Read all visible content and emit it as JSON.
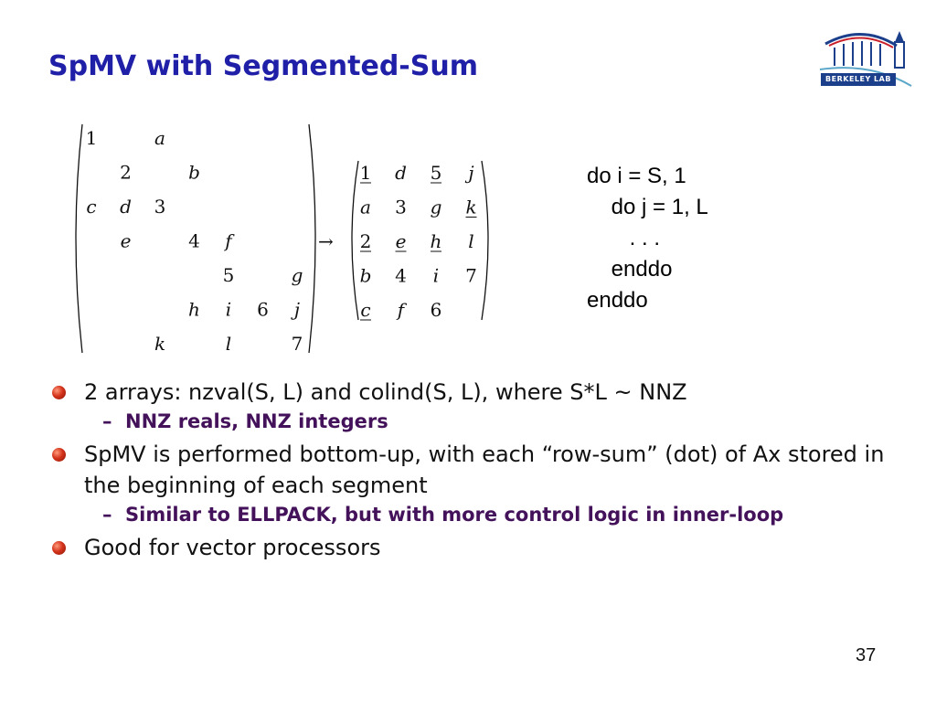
{
  "slide": {
    "title": "SpMV with Segmented-Sum",
    "logo_text": "BERKELEY LAB",
    "page_number": "37"
  },
  "matrix_left": {
    "rows": [
      [
        "1",
        "",
        "a",
        "",
        "",
        "",
        ""
      ],
      [
        "",
        "2",
        "",
        "b",
        "",
        "",
        ""
      ],
      [
        "c",
        "d",
        "3",
        "",
        "",
        "",
        ""
      ],
      [
        "",
        "e",
        "",
        "4",
        "f",
        "",
        ""
      ],
      [
        "",
        "",
        "",
        "",
        "5",
        "",
        "g"
      ],
      [
        "",
        "",
        "",
        "h",
        "i",
        "6",
        "j"
      ],
      [
        "",
        "",
        "k",
        "",
        "l",
        "",
        "7"
      ]
    ]
  },
  "arrow": "→",
  "matrix_right": {
    "rows": [
      [
        "1",
        "d",
        "5",
        "j"
      ],
      [
        "a",
        "3",
        "g",
        "k"
      ],
      [
        "2",
        "e",
        "h",
        "l"
      ],
      [
        "b",
        "4",
        "i",
        "7"
      ],
      [
        "c",
        "f",
        "6",
        ""
      ]
    ],
    "underlined": [
      [
        0,
        0
      ],
      [
        0,
        2
      ],
      [
        1,
        3
      ],
      [
        2,
        0
      ],
      [
        2,
        1
      ],
      [
        2,
        2
      ],
      [
        4,
        0
      ]
    ]
  },
  "code": {
    "lines": [
      "do i = S, 1",
      "    do j = 1, L",
      "       . . .",
      "    enddo",
      "enddo"
    ]
  },
  "bullets": [
    {
      "text": "2 arrays: nzval(S, L) and colind(S, L), where S*L ~ NNZ",
      "sub": [
        "NNZ reals, NNZ integers"
      ]
    },
    {
      "text": "SpMV is performed bottom-up, with each “row-sum” (dot) of Ax stored in the beginning of each segment",
      "sub": [
        "Similar to ELLPACK, but with more control logic in inner-loop"
      ]
    },
    {
      "text": "Good for vector processors",
      "sub": []
    }
  ],
  "colors": {
    "title": "#1f1fa8",
    "sub_bullet": "#44125a",
    "bullet_dot": "#d4331b",
    "logo_blue": "#1c3f8c"
  }
}
